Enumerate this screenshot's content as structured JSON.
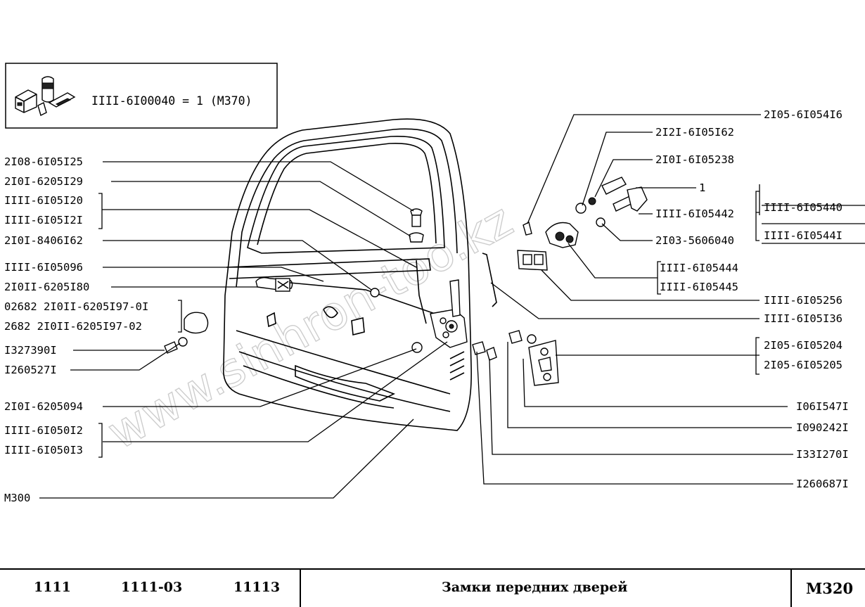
{
  "kit": {
    "formula": "IIII-6I00040 = 1 (M370)"
  },
  "labels_left": [
    "2I08-6I05I25",
    "2I0I-6205I29",
    "IIII-6I05I20",
    "IIII-6I05I2I",
    "2I0I-8406I62",
    "IIII-6I05096",
    "2I0II-6205I80",
    "02682 2I0II-6205I97-0I",
    "2682 2I0II-6205I97-02",
    "I327390I",
    "I260527I",
    "2I0I-6205094",
    "IIII-6I050I2",
    "IIII-6I050I3",
    "M300"
  ],
  "labels_right": [
    "2I05-6I054I6",
    "2I2I-6I05I62",
    "2I0I-6I05238",
    "1",
    "IIII-6I05442",
    "IIII-6I05440",
    "IIII-6I0544I",
    "2I03-5606040",
    "IIII-6I05444",
    "IIII-6I05445",
    "IIII-6I05256",
    "IIII-6I05I36",
    "2I05-6I05204",
    "2I05-6I05205",
    "I06I547I",
    "I090242I",
    "I33I270I",
    "I260687I"
  ],
  "watermark": "www.sinhron-too.kz",
  "footer": {
    "model1": "1111",
    "model2": "1111-03",
    "model3": "11113",
    "title": "Замки передних дверей",
    "code": "M320"
  }
}
